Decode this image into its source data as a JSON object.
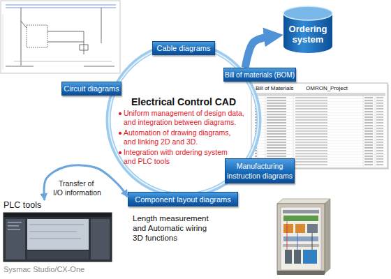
{
  "diagram": {
    "nodes": [
      {
        "text": [
          "Ordering system"
        ]
      },
      {
        "text": [
          "Cable diagrams"
        ]
      },
      {
        "text": [
          "Bill of materials (BOM)"
        ]
      },
      {
        "text": [
          "Bill of Materials",
          "OMRON_Project"
        ]
      },
      {
        "text": [
          "Circuit diagrams"
        ]
      },
      {
        "text": [
          "Electrical Control CAD",
          "Uniform management of design data, and integration between diagrams.",
          "Automation of drawing diagrams, and linking 2D and 3D.",
          "Integration with ordering system and PLC tools"
        ]
      },
      {
        "text": [
          "Manufacturing instruction diagrams"
        ]
      },
      {
        "text": [
          "Component layout diagrams"
        ]
      },
      {
        "text": [
          "PLC tools",
          "Sysmac Studio/CX-One"
        ]
      }
    ],
    "edges": [
      {
        "from": 2,
        "to": 0,
        "arrow": "to"
      },
      {
        "from": 8,
        "to": 7,
        "label": "Transfer of I/O information",
        "arrow": "both"
      }
    ],
    "labels": [
      "Length measurement and Automatic wiring 3D functions"
    ]
  }
}
